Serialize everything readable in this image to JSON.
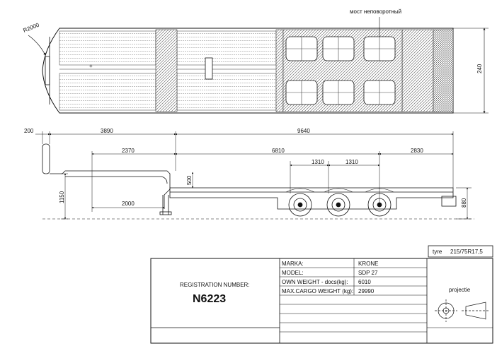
{
  "top_view": {
    "radius_label": "R2000",
    "axle_note": "мост неповоротный",
    "width_label": "240"
  },
  "side_view": {
    "dims": {
      "front_overhang": "200",
      "gooseneck_length": "3890",
      "deck_length": "9640",
      "kingpin_to_gooseneck": "2370",
      "kingpin_to_axles": "6810",
      "rear_overhang": "2830",
      "axle_spacing_1": "1310",
      "axle_spacing_2": "1310",
      "coupling_height": "1150",
      "step_height": "500",
      "lower_length": "2000",
      "deck_height": "880"
    }
  },
  "tyre": {
    "label": "tyre",
    "value": "215/75R17,5"
  },
  "title_block": {
    "registration_label": "REGISTRATION NUMBER:",
    "registration_number": "N6223",
    "rows": [
      {
        "label": "MARKA:",
        "value": "KRONE"
      },
      {
        "label": "MODEL:",
        "value": "SDP 27"
      },
      {
        "label": "OWN WEIGHT - docs(kg):",
        "value": "6010"
      },
      {
        "label": "MAX.CARGO WEIGHT (kg):",
        "value": "29990"
      }
    ],
    "projection_label": "projectie"
  }
}
